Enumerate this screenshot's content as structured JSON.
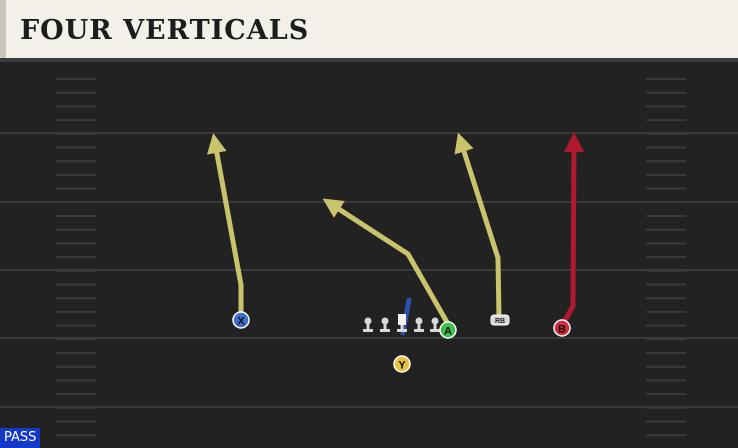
{
  "play": {
    "title": "FOUR VERTICALS"
  },
  "badge": {
    "label": "PASS"
  },
  "colors": {
    "route_yellow": "#c9c46b",
    "route_red": "#b0192e",
    "route_blue": "#2e4fb0",
    "player_x": "#3e6fd0",
    "player_y": "#e8c23a",
    "player_a": "#3fbf4a",
    "player_b": "#d42a3a",
    "player_rb": "#d9d9d9"
  },
  "players": [
    {
      "id": "x",
      "label": "X",
      "icon": "circle-marker"
    },
    {
      "id": "y",
      "label": "Y",
      "icon": "circle-marker"
    },
    {
      "id": "a",
      "label": "A",
      "icon": "circle-marker"
    },
    {
      "id": "b",
      "label": "B",
      "icon": "circle-marker"
    },
    {
      "id": "rb",
      "label": "RB",
      "icon": "rounded-rect-marker"
    }
  ],
  "linemen_count": 5
}
